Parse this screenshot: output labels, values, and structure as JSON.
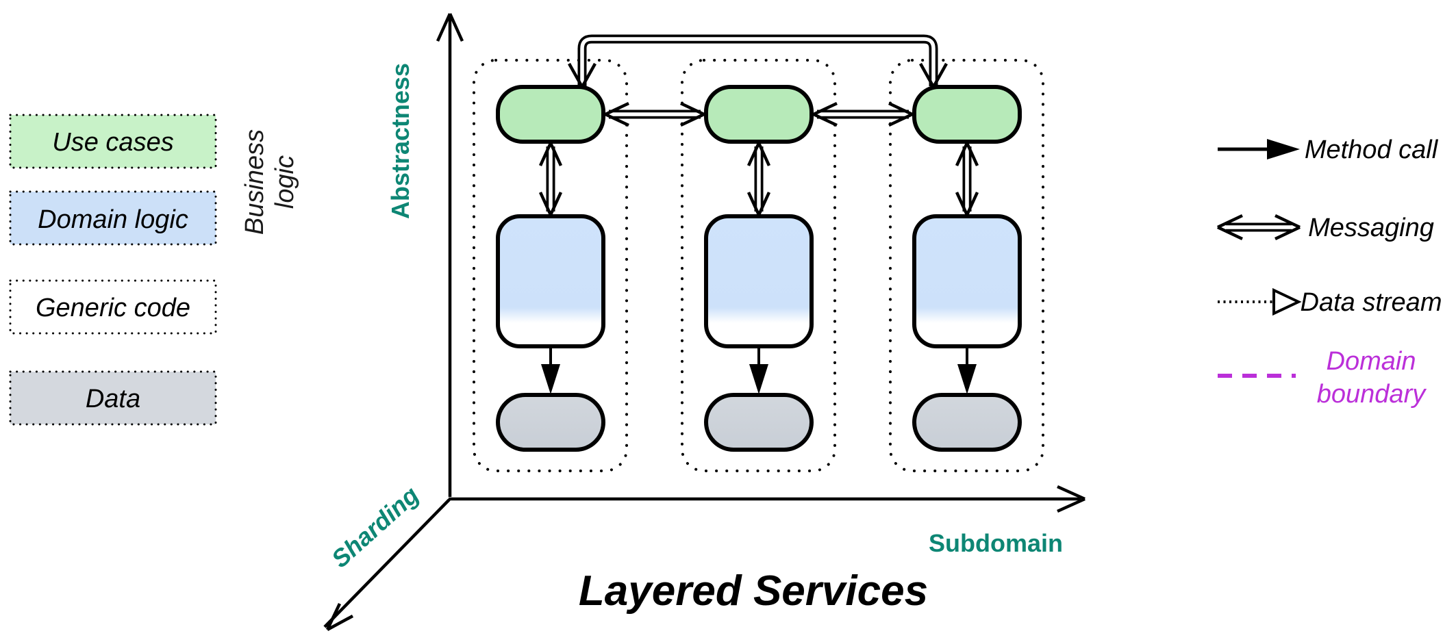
{
  "title": "Layered Services",
  "colors": {
    "axis_teal": "#0d8674",
    "domain_boundary_magenta": "#bb2fd9",
    "use_cases_fill": "#b7eab9",
    "domain_logic_fill_top": "#cfe3fb",
    "data_fill": "#ccd2d9",
    "shape_stroke": "#000000",
    "legend_use_cases_fill": "#c8f2c8",
    "legend_domain_logic_fill": "#cce0f8",
    "legend_generic_code_fill": "#ffffff",
    "legend_data_fill": "#d4d8de"
  },
  "legend_left": {
    "items": [
      {
        "label": "Use cases",
        "fill": "#c8f2c8",
        "icon": "dotted-green-swatch"
      },
      {
        "label": "Domain logic",
        "fill": "#cce0f8",
        "icon": "dotted-blue-swatch"
      },
      {
        "label": "Generic code",
        "fill": "#ffffff",
        "icon": "dotted-white-swatch"
      },
      {
        "label": "Data",
        "fill": "#d4d8de",
        "icon": "dotted-gray-swatch"
      }
    ],
    "rotated_label": {
      "lines": [
        "Business",
        "logic"
      ]
    }
  },
  "axes": {
    "vertical_label": "Abstractness",
    "horizontal_label": "Subdomain",
    "depth_label": "Sharding"
  },
  "diagram": {
    "columns": 3,
    "layers_per_column": [
      "use-cases",
      "domain-logic",
      "data"
    ],
    "connections": [
      "use-cases <-> use-cases messaging (adjacent and skip)",
      "use-cases <-> domain-logic messaging",
      "domain-logic -> data method call"
    ]
  },
  "legend_right": {
    "items": [
      {
        "label": "Method call",
        "icon": "method-call-arrow"
      },
      {
        "label": "Messaging",
        "icon": "messaging-double-arrow"
      },
      {
        "label": "Data stream",
        "icon": "data-stream-dotted-arrow"
      },
      {
        "label": "Domain boundary",
        "lines": [
          "Domain",
          "boundary"
        ],
        "icon": "domain-boundary-dash",
        "color": "#bb2fd9"
      }
    ]
  }
}
